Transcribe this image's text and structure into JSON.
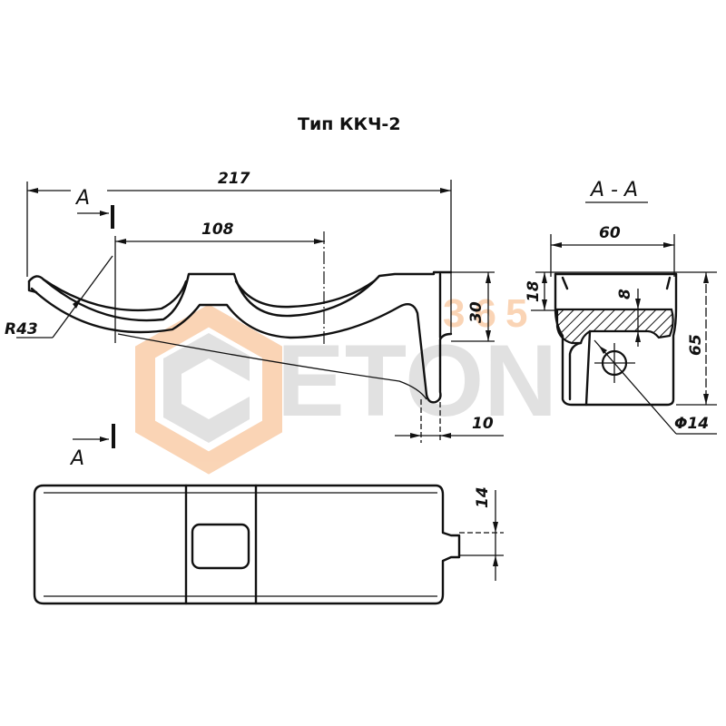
{
  "title": "Тип ККЧ-2",
  "section_label": "A - A",
  "section_marker": "A",
  "front_view": {
    "overall_length": "217",
    "center_spacing": "108",
    "radius": "R43",
    "flange_height": "30",
    "flange_thickness": "10"
  },
  "section_view": {
    "width": "60",
    "height": "65",
    "top_offset": "18",
    "plate_thickness": "8",
    "hole_diameter": "Φ14"
  },
  "plan_view": {
    "tab_width": "14"
  },
  "watermark": {
    "brand": "ETON",
    "number": "365",
    "colors": {
      "orange": "#f6b27a",
      "gray": "#c9c9c9"
    }
  }
}
